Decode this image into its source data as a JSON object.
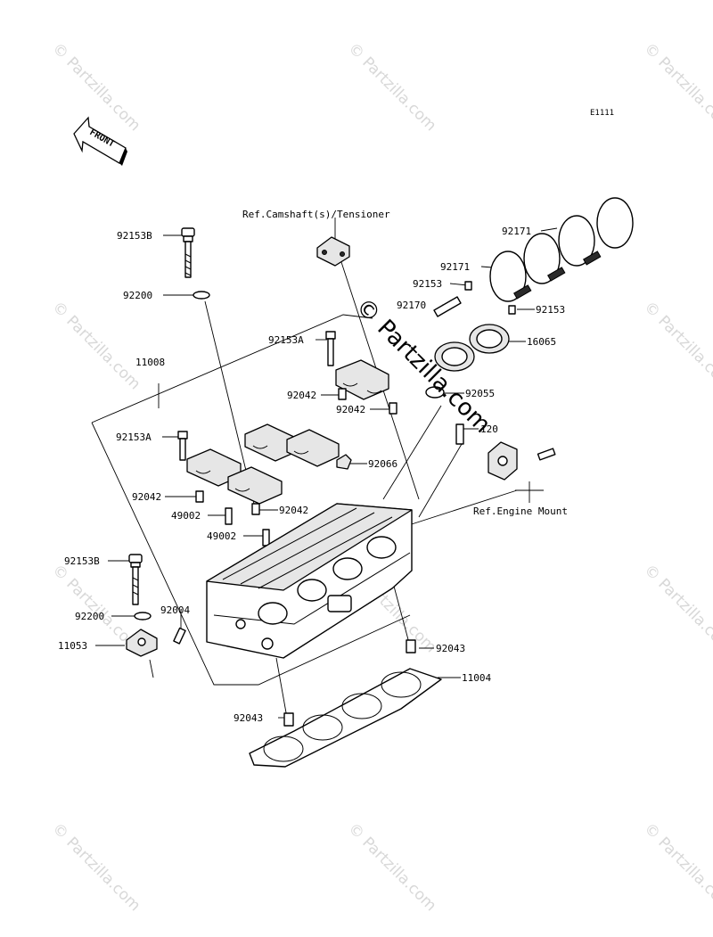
{
  "diagram": {
    "code": "E1111",
    "front_label": "FRONT",
    "watermark": "© Partzilla.com",
    "refs": {
      "camshaft": "Ref.Camshaft(s)/Tensioner",
      "engine_mount": "Ref.Engine Mount"
    },
    "labels": {
      "p92153B_top": "92153B",
      "p92200_top": "92200",
      "p11008": "11008",
      "p92153A_upper": "92153A",
      "p92042_a": "92042",
      "p92042_b": "92042",
      "p92153A_left": "92153A",
      "p92042_c": "92042",
      "p49002_a": "49002",
      "p92042_d": "92042",
      "p49002_b": "49002",
      "p92153B_bottom": "92153B",
      "p92004": "92004",
      "p92200_bottom": "92200",
      "p11053": "11053",
      "p92043_right": "92043",
      "p11004": "11004",
      "p92043_bottom": "92043",
      "p92171_top": "92171",
      "p92171_mid": "92171",
      "p92153_a": "92153",
      "p92170": "92170",
      "p92153_b": "92153",
      "p16065": "16065",
      "p92055": "92055",
      "p120": "120",
      "p92066": "92066"
    }
  }
}
